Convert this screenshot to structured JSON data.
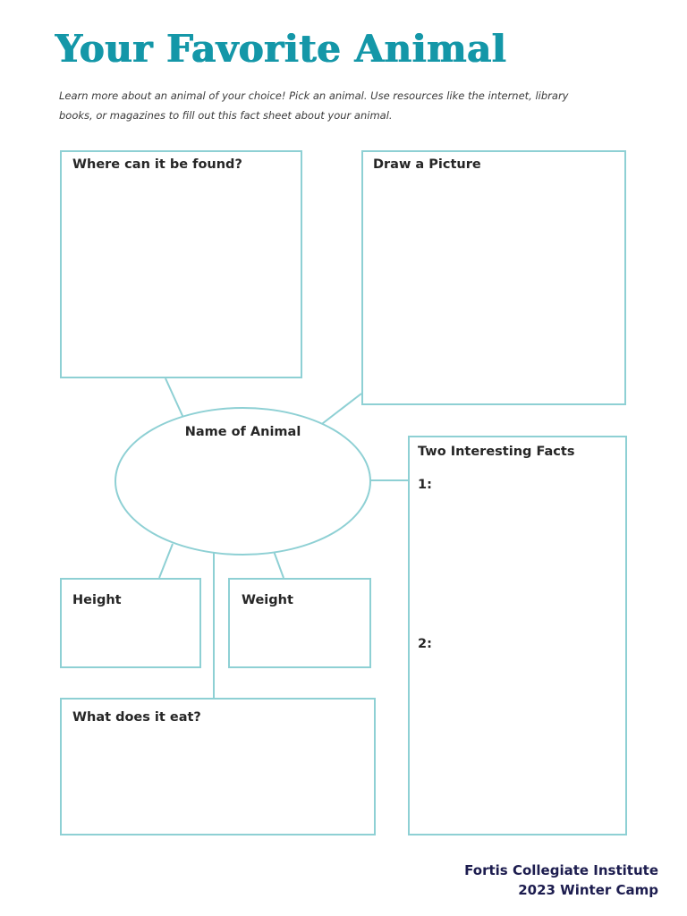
{
  "header": {
    "title": "Your Favorite Animal",
    "subtitle": "Learn more about an animal of your choice! Pick an animal. Use resources like the internet, library books, or magazines to fill out this fact sheet about your animal."
  },
  "center_node": {
    "label": "Name of Animal"
  },
  "boxes": {
    "where": {
      "label": "Where can it be found?",
      "value": ""
    },
    "draw": {
      "label": "Draw a Picture",
      "value": ""
    },
    "facts": {
      "label": "Two Interesting Facts",
      "items": [
        {
          "marker": "1:",
          "value": ""
        },
        {
          "marker": "2:",
          "value": ""
        }
      ]
    },
    "height": {
      "label": "Height",
      "value": ""
    },
    "weight": {
      "label": "Weight",
      "value": ""
    },
    "eat": {
      "label": "What does it eat?",
      "value": ""
    }
  },
  "footer": {
    "line1": "Fortis Collegiate Institute",
    "line2": "2023 Winter Camp"
  },
  "colors": {
    "title_teal": "#1497a8",
    "border_teal": "#8ed0d4",
    "text_dark": "#262626",
    "footer_navy": "#1d1d4f",
    "background": "#ffffff"
  }
}
